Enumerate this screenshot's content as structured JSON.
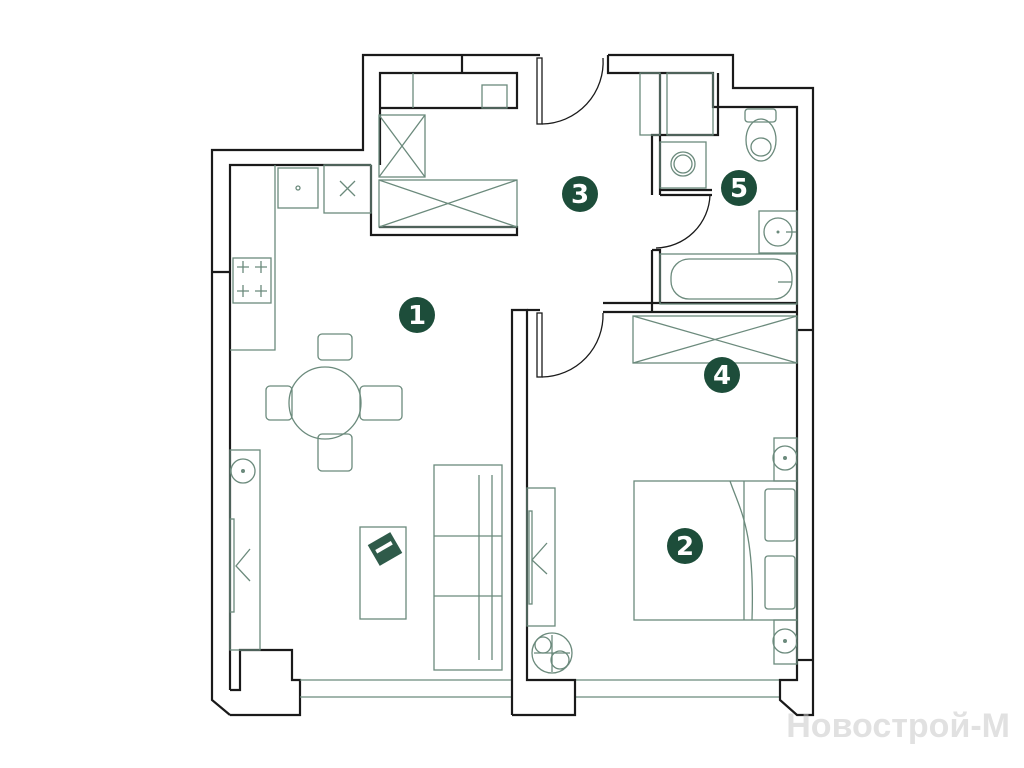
{
  "colors": {
    "room_badge": "#1d4d3a",
    "wall": "#1a1a1a",
    "furniture": "#6b8a7c"
  },
  "rooms": [
    {
      "number": "1",
      "name": "kitchen-living-room"
    },
    {
      "number": "2",
      "name": "bedroom"
    },
    {
      "number": "3",
      "name": "hallway"
    },
    {
      "number": "4",
      "name": "wardrobe"
    },
    {
      "number": "5",
      "name": "bathroom"
    }
  ],
  "watermark": "Новострой-М"
}
